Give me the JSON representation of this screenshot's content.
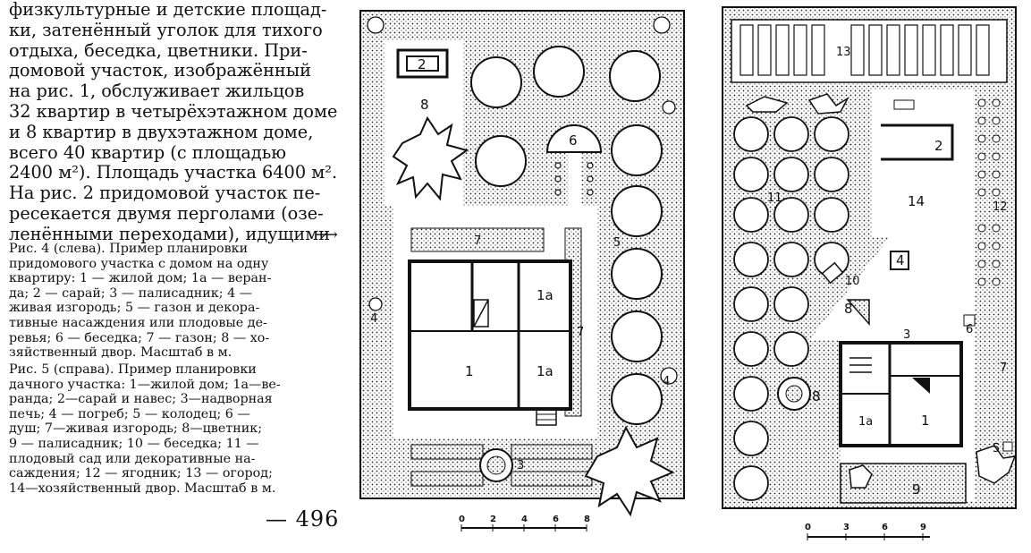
{
  "intro_lines": [
    "физкультурные и детские площад-",
    "ки, затенённый уголок для тихого",
    "отдыха, беседка, цветники. При-",
    "домовой участок, изображённый",
    "на рис. 1, обслуживает жильцов",
    "32 квартир в четырёхэтажном доме",
    "и 8 квартир в двухэтажном доме,",
    "всего 40 квартир (с площадью",
    "2400 м²). Площадь участка 6400 м².",
    "На рис. 2 придомовой участок пе-",
    "ресекается двумя перголами (озе-",
    "ленёнными переходами), идущими"
  ],
  "arrow": "⟶",
  "caption4_lines": [
    "Рис. 4 (слева). Пример планировки",
    "придомового участка с домом на одну",
    "квартиру: 1 — жилой дом; 1а — веран-",
    "да; 2 — сарай; 3 — палисадник; 4 —",
    "живая изгородь; 5 — газон и декора-",
    "тивные насаждения или плодовые де-",
    "ревья; 6 — беседка; 7 — газон; 8 — хо-",
    "зяйственный двор. Масштаб в м."
  ],
  "caption5_lines": [
    "Рис. 5 (справа). Пример планировки",
    "дачного участка: 1—жилой дом; 1а—ве-",
    "ранда; 2—сарай и навес; 3—надворная",
    "печь; 4 — погреб; 5 — колодец; 6 —",
    "душ; 7—живая изгородь; 8—цветник;",
    "9 — палисадник; 10 — беседка; 11 —",
    "плодовый сад или декоративные на-",
    "саждения; 12 — ягодник; 13 — огород;",
    "14—хозяйственный двор. Масштаб в м."
  ],
  "page_number": "— 496",
  "plan4": {
    "labels": {
      "house": "1",
      "veranda_top": "1а",
      "veranda_bottom": "1а",
      "shed": "2",
      "front_garden": "3",
      "hedge_left": "4",
      "hedge_right": "4",
      "lawn_trees": "5",
      "gazebo": "6",
      "lawn_top": "7",
      "lawn_right": "7",
      "yard": "8"
    },
    "scale": [
      "0",
      "2",
      "4",
      "6",
      "8"
    ]
  },
  "plan5": {
    "labels": {
      "house": "1",
      "veranda": "1а",
      "shed": "2",
      "stove": "3",
      "cellar": "4",
      "well": "5",
      "shower": "6",
      "hedge": "7",
      "flowerbed_8a": "8",
      "flowerbed_8b": "8",
      "front_garden": "9",
      "gazebo": "10",
      "orchard": "11",
      "berries": "12",
      "vegetables": "13",
      "yard": "14"
    },
    "scale": [
      "0",
      "3",
      "6",
      "9"
    ]
  }
}
